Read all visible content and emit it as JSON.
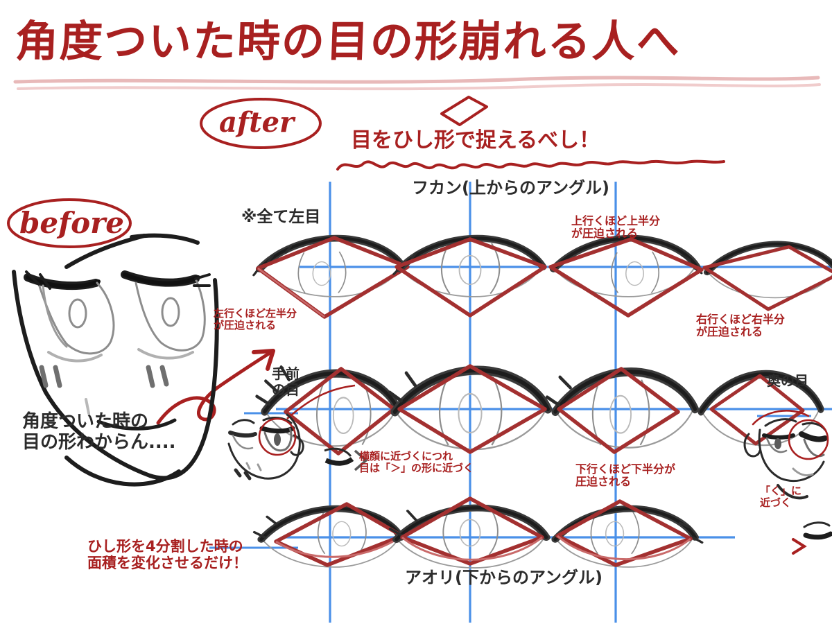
{
  "page": {
    "title": "角度ついた時の目の形崩れる人へ",
    "background_color": "#ffffff",
    "ink_red": "#a82020",
    "ink_dark": "#2b2b2b",
    "guide_blue": "#4a90e8",
    "diamond_red": "#a33030"
  },
  "badges": {
    "after": "after",
    "before": "before"
  },
  "headings": {
    "main_lesson": "目をひし形で捉えるべし！",
    "top_angle": "フカン(上からのアングル)",
    "bottom_angle": "アオリ(下からのアングル)",
    "all_left_eye": "※全て左目"
  },
  "annotations": {
    "top_right": "上行くほど上半分\nが圧迫される",
    "left_mid": "左行くほど左半分\nが圧迫される",
    "right_mid": "右行くほど右半分\nが圧迫される",
    "near_eye": "手前\nの目",
    "far_eye": "奥の目",
    "profile_note": "横顔に近づくにつれ\n目は「＞」の形に近づく",
    "bottom_compress": "下行くほど下半分が\n圧迫される",
    "ku_shape": "「く」に\n近づく",
    "rhombus_quarters": "ひし形を4分割した時の\n面積を変化させるだけ！",
    "before_caption": "角度ついた時の\n目の形わからん...."
  },
  "grid": {
    "vertical_x": [
      476,
      678,
      888
    ],
    "horizontal_y": [
      385,
      590,
      775
    ],
    "columns": 3,
    "rows": 3
  },
  "eye_cells": [
    {
      "row": "top",
      "col": "left",
      "label": "fukan-left"
    },
    {
      "row": "top",
      "col": "center",
      "label": "fukan-center"
    },
    {
      "row": "top",
      "col": "right",
      "label": "fukan-right"
    },
    {
      "row": "middle",
      "col": "left",
      "label": "level-left"
    },
    {
      "row": "middle",
      "col": "center",
      "label": "level-center"
    },
    {
      "row": "middle",
      "col": "right",
      "label": "level-right"
    },
    {
      "row": "bottom",
      "col": "left",
      "label": "aori-left"
    },
    {
      "row": "bottom",
      "col": "center",
      "label": "aori-center"
    },
    {
      "row": "bottom",
      "col": "right",
      "label": "aori-right"
    }
  ],
  "icons": {
    "rhombus": "rhombus-icon",
    "arrow_curved": "curved-arrow-icon",
    "face_before": "before-face-sketch",
    "face_near": "near-face-sketch",
    "face_far": "far-face-sketch"
  }
}
